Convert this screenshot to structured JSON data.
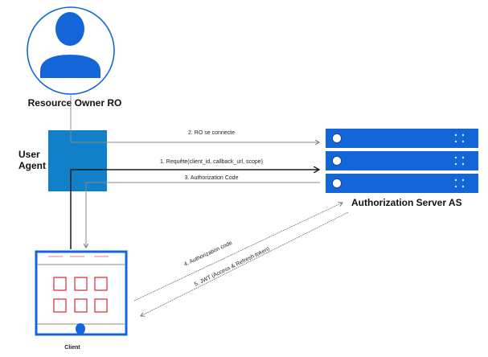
{
  "actors": {
    "resource_owner": {
      "label": "Resource Owner RO",
      "icon": "user-icon"
    },
    "user_agent": {
      "label_line1": "User",
      "label_line2": "Agent"
    },
    "authorization_server": {
      "label": "Authorization Server AS",
      "icon": "server-rack-icon",
      "rack_units": 3
    },
    "client": {
      "label": "Client",
      "icon": "mobile-app-icon",
      "grid_tiles": 6
    }
  },
  "flows": [
    {
      "step": "2",
      "label": "2. RO se connecte",
      "from": "Resource Owner RO",
      "to": "Authorization Server AS"
    },
    {
      "step": "1",
      "label": "1. Requête(client_id, callback_url, scope)",
      "from": "Client",
      "to": "Authorization Server AS"
    },
    {
      "step": "3",
      "label": "3. Authorization Code",
      "from": "Authorization Server AS",
      "to": "Client"
    },
    {
      "step": "4",
      "label": "4. Authorization code",
      "from": "Client",
      "to": "Authorization Server AS"
    },
    {
      "step": "5",
      "label": "5. JWT  (Access & Refresh token)",
      "from": "Authorization Server AS",
      "to": "Client"
    }
  ],
  "colors": {
    "primary_blue": "#1466d8",
    "user_agent_blue": "#127fc9",
    "tile_red": "#d9282f",
    "tab_pink": "#f5a3a6",
    "line_gray": "#8a8a8a",
    "line_dark": "#1a1a1a"
  }
}
